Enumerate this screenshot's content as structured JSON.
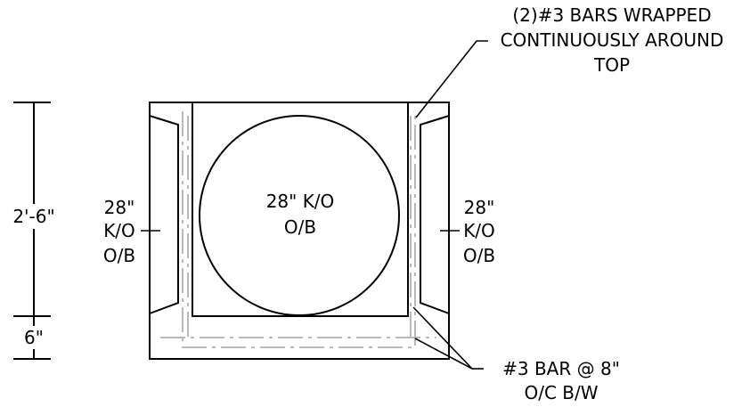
{
  "annotations": {
    "top_note": [
      "(2)#3 BARS WRAPPED",
      "CONTINUOUSLY AROUND",
      "TOP"
    ],
    "center_knockout": [
      "28\" K/O",
      "O/B"
    ],
    "left_knockout": [
      "28\"",
      "K/O",
      "O/B"
    ],
    "right_knockout": [
      "28\"",
      "K/O",
      "O/B"
    ],
    "bottom_note": [
      "#3 BAR @ 8\"",
      "O/C B/W"
    ]
  },
  "dimensions": {
    "wall_height": "2'-6\"",
    "base_thickness": "6\""
  },
  "colors": {
    "line": "#000000",
    "rebar": "#b8b8b8",
    "background": "#ffffff"
  }
}
